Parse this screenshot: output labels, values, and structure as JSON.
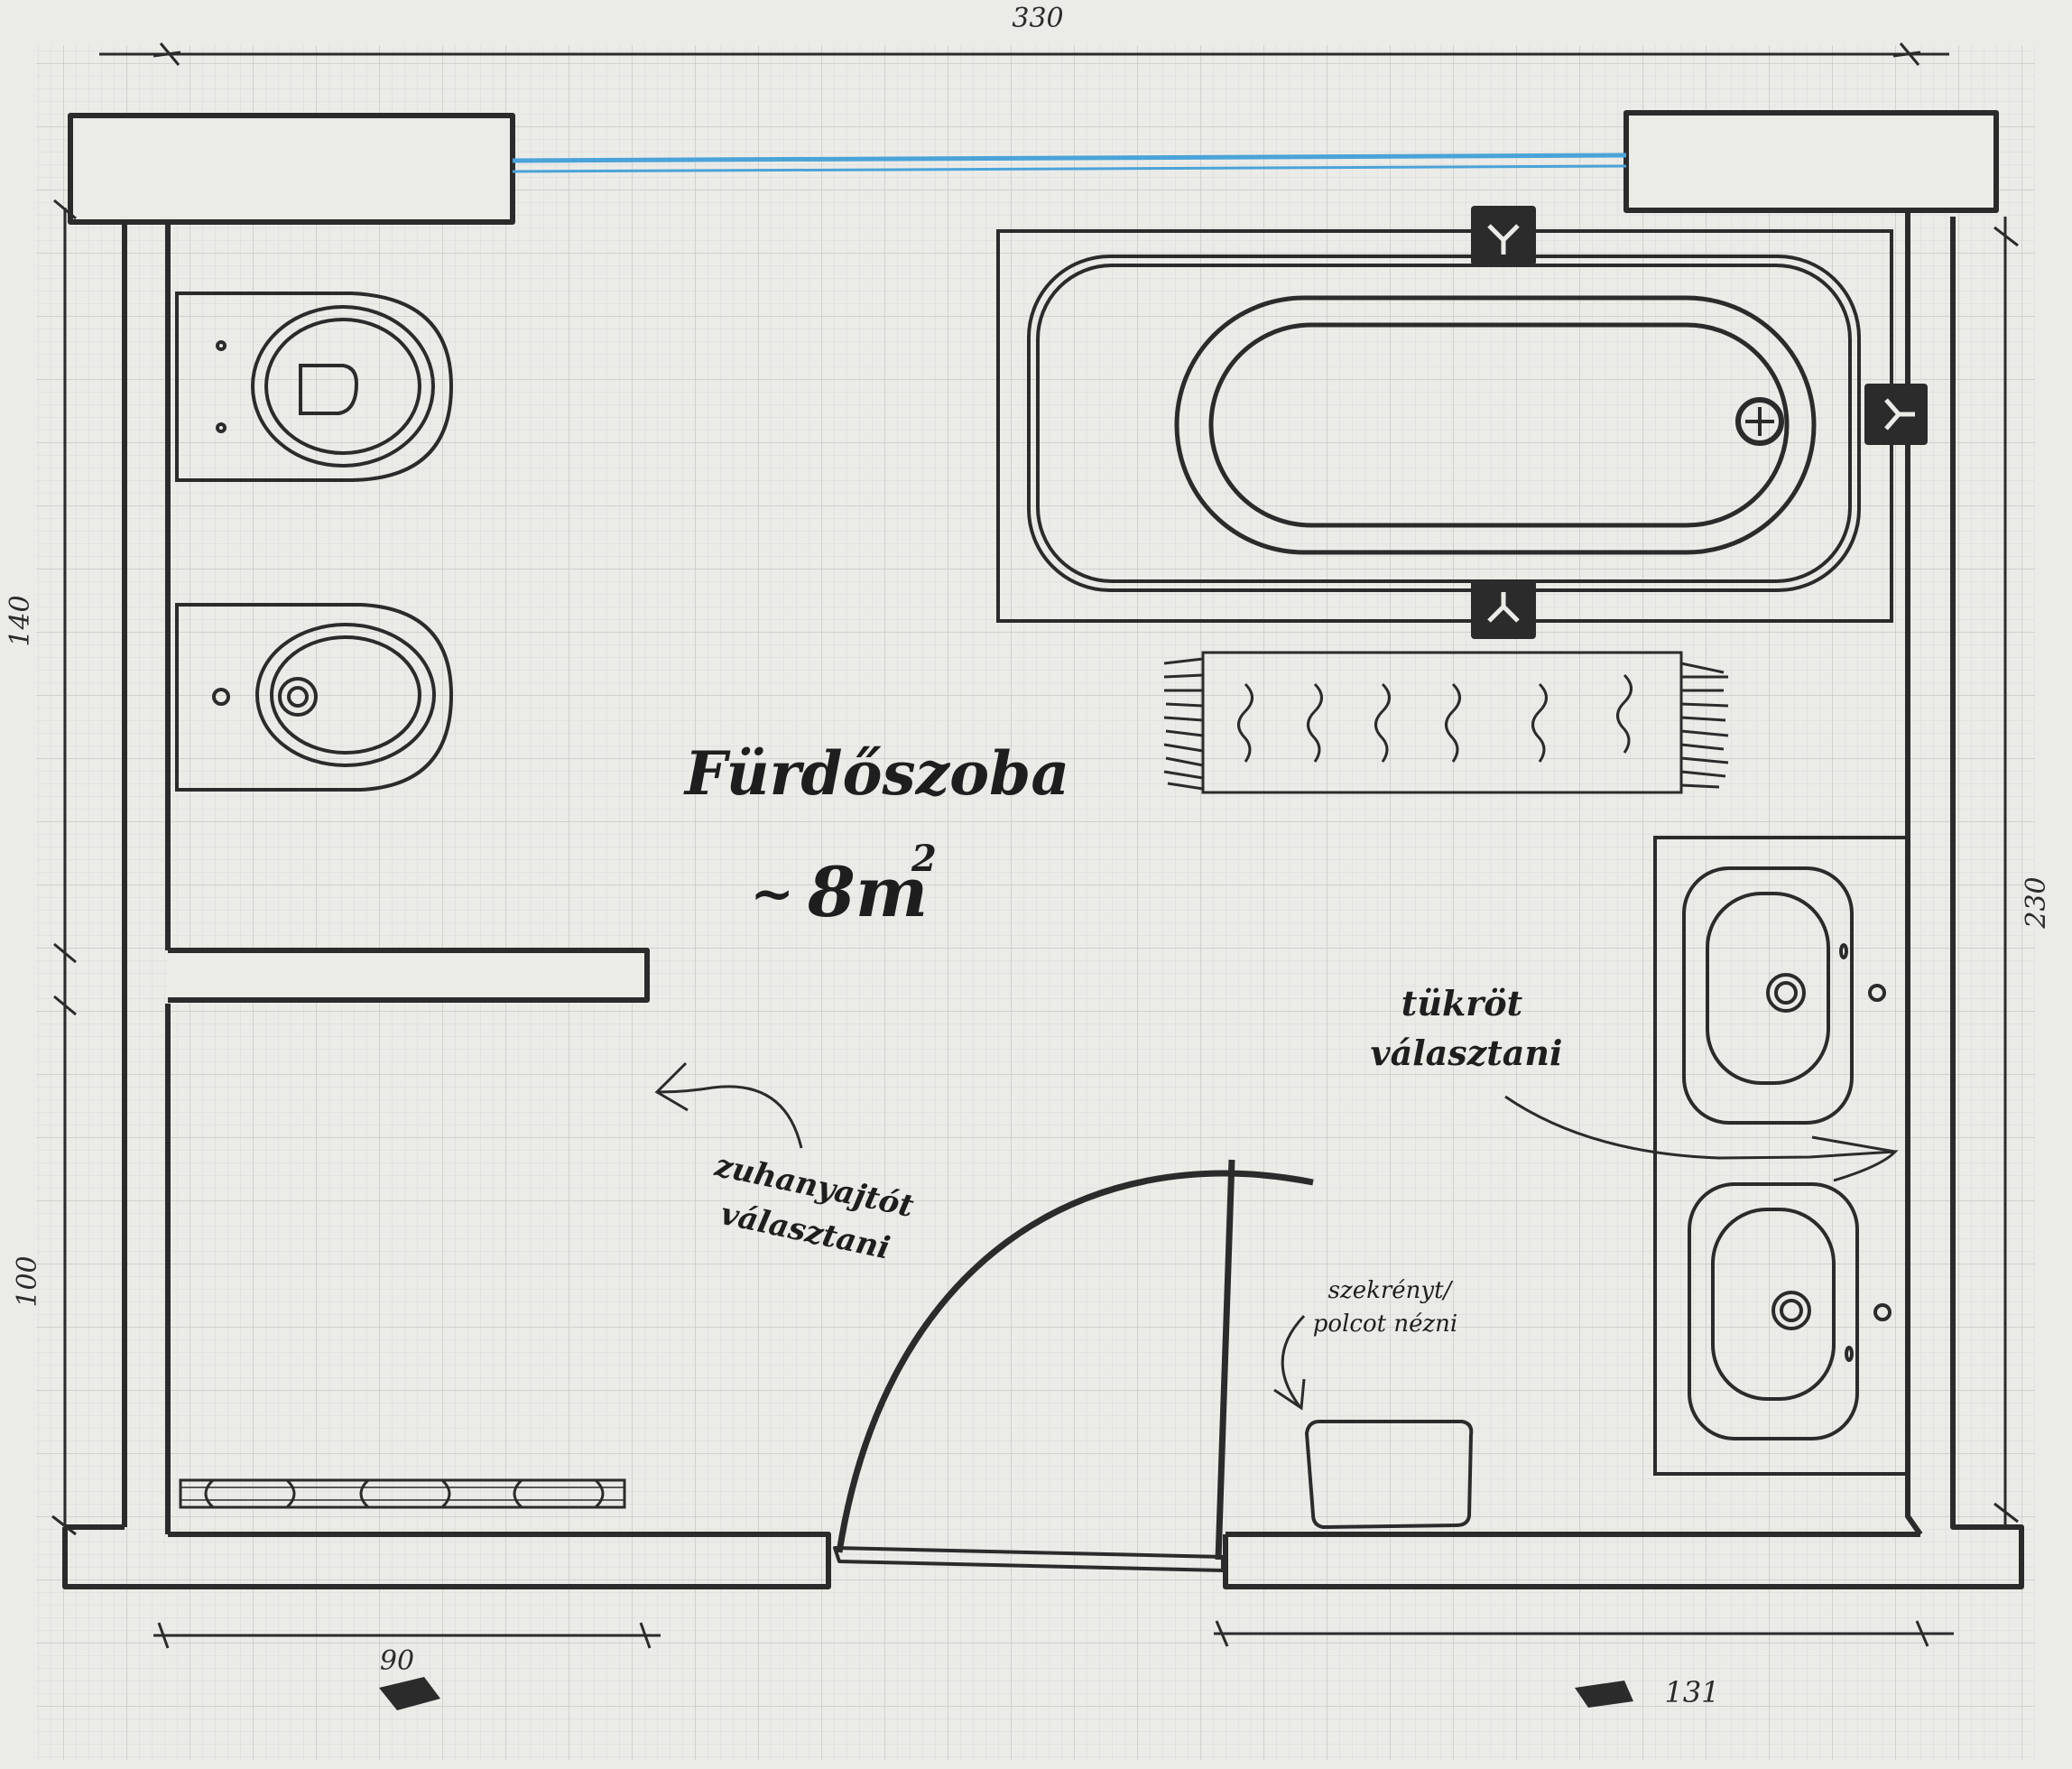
{
  "plan": {
    "room_name": "Fürdőszoba",
    "area_prefix": "~",
    "area_value": "8m",
    "area_exponent": "2"
  },
  "dimensions": {
    "top": "330",
    "left_upper": "140",
    "left_lower": "100",
    "right": "230",
    "bottom_left": "90",
    "bottom_right": "131"
  },
  "notes": {
    "shower_door_line1": "zuhanyajtót",
    "shower_door_line2": "választani",
    "mirror_line1": "tükröt",
    "mirror_line2": "választani",
    "cabinet_line1": "szekrényt/",
    "cabinet_line2": "polcot nézni"
  },
  "colors": {
    "paper": "#ebebe8",
    "grid": "#d6d7d4",
    "ink": "#2b2b2b",
    "window": "#4aa3d8"
  }
}
